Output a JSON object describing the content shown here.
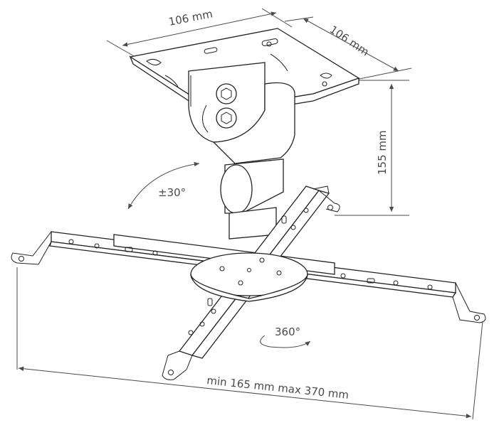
{
  "labels": {
    "plate_width": "106 mm",
    "plate_depth": "106 mm",
    "height": "155 mm",
    "tilt": "±30°",
    "rotation": "360°",
    "arm_span": "min 165 mm max 370 mm"
  }
}
